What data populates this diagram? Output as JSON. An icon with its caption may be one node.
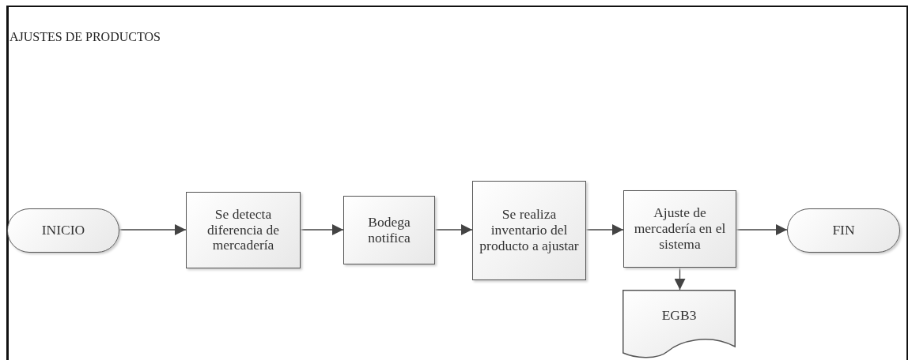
{
  "diagram": {
    "title": "AJUSTES DE PRODUCTOS",
    "nodes": [
      {
        "text": [
          "INICIO"
        ]
      },
      {
        "text": [
          "Se detecta diferencia de mercadería"
        ]
      },
      {
        "text": [
          "Bodega notifica"
        ]
      },
      {
        "text": [
          "Se realiza inventario del producto a ajustar"
        ]
      },
      {
        "text": [
          "Ajuste de mercadería en el sistema"
        ]
      },
      {
        "text": [
          "FIN"
        ]
      },
      {
        "text": [
          "EGB3"
        ]
      }
    ],
    "edges": [
      {
        "from": 0,
        "to": 1,
        "arrow": "to"
      },
      {
        "from": 1,
        "to": 2,
        "arrow": "to"
      },
      {
        "from": 2,
        "to": 3,
        "arrow": "to"
      },
      {
        "from": 3,
        "to": 4,
        "arrow": "to"
      },
      {
        "from": 4,
        "to": 5,
        "arrow": "to"
      },
      {
        "from": 4,
        "to": 6,
        "arrow": "to"
      }
    ]
  }
}
